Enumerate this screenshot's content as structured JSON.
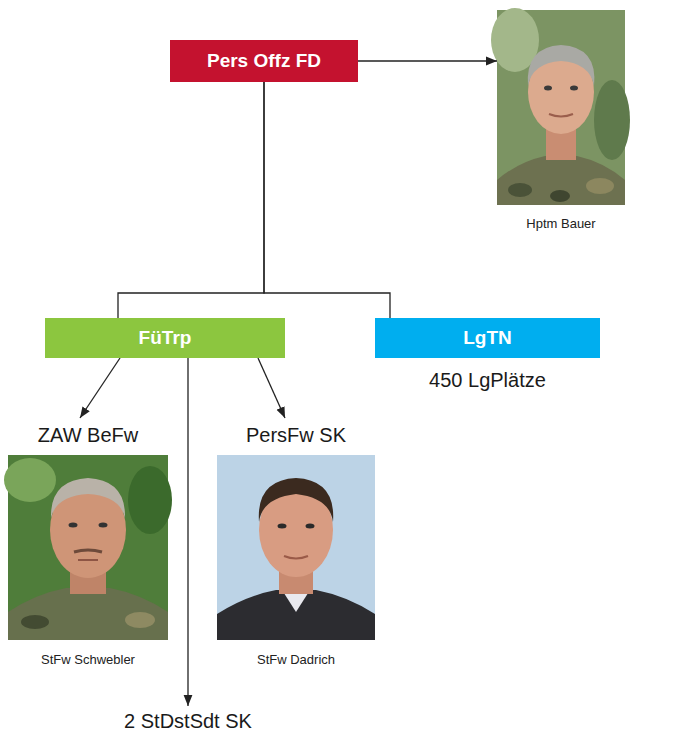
{
  "diagram": {
    "nodes": [
      {
        "text": [
          "Pers Offz FD"
        ]
      },
      {
        "text": [
          "Hptm Bauer"
        ]
      },
      {
        "text": [
          "FüTrp"
        ]
      },
      {
        "text": [
          "LgTN"
        ]
      },
      {
        "text": [
          "ZAW BeFw",
          "StFw Schwebler"
        ]
      },
      {
        "text": [
          "PersFw SK",
          "StFw Dadrich"
        ]
      },
      {
        "text": [
          "2 StDstSdt SK"
        ]
      }
    ],
    "edges": [
      {
        "from": 0,
        "to": 1,
        "arrow": "to"
      },
      {
        "from": 0,
        "to": 2,
        "arrow": "none"
      },
      {
        "from": 0,
        "to": 3,
        "arrow": "none"
      },
      {
        "from": 2,
        "to": 4,
        "arrow": "to"
      },
      {
        "from": 2,
        "to": 5,
        "arrow": "to"
      },
      {
        "from": 2,
        "to": 6,
        "arrow": "to"
      }
    ],
    "labels": [
      "450 LgPlätze"
    ]
  }
}
